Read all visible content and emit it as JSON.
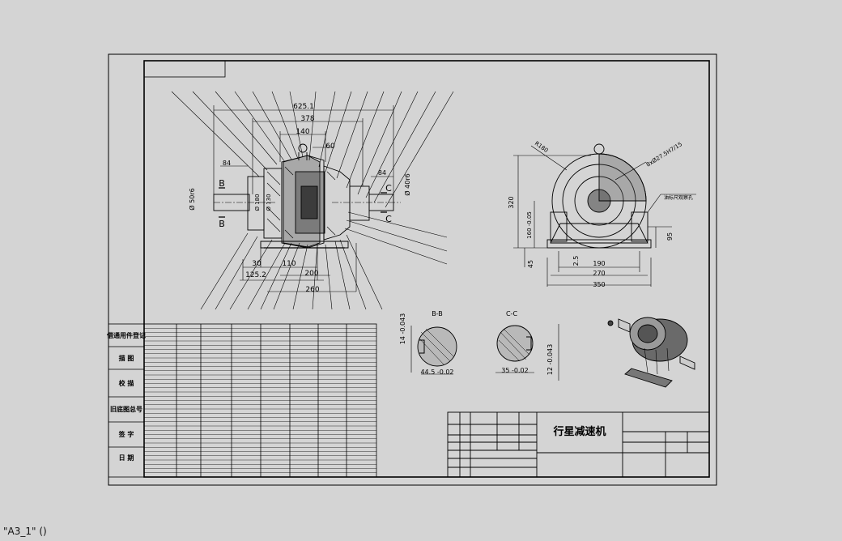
{
  "status": {
    "text": "\"A3_1\" ()"
  },
  "title_block": {
    "drawing_title": "行星减速机",
    "side_labels": [
      "借通用件登记",
      "描 图",
      "校 描",
      "旧底图总号",
      "签 字",
      "日 期"
    ]
  },
  "dims": {
    "top": [
      "625.1",
      "378",
      "140",
      "60",
      "84",
      "84"
    ],
    "left_dia": "Ø 50r6",
    "right_dia": "Ø 40r6",
    "inner_a": "Ø 180",
    "inner_b": "Ø 130",
    "bottom": [
      "30",
      "110",
      "125.2",
      "200",
      "260"
    ],
    "section_b_mark": "B",
    "section_c_mark": "C"
  },
  "side_view": {
    "r": "R180",
    "r2": "8xØ27.5H7/15",
    "h320": "320",
    "h160": "160 -0.05",
    "h45": "45",
    "h95": "95",
    "w2_5": "2.5",
    "w190": "190",
    "w270": "270",
    "w350": "350",
    "note": "油标尺观察孔"
  },
  "sections": {
    "bb_title": "B-B",
    "bb_w": "14 -0.043",
    "bb_d": "44.5 -0.02",
    "cc_title": "C-C",
    "cc_w": "12 -0.043",
    "cc_d": "35 -0.02"
  }
}
